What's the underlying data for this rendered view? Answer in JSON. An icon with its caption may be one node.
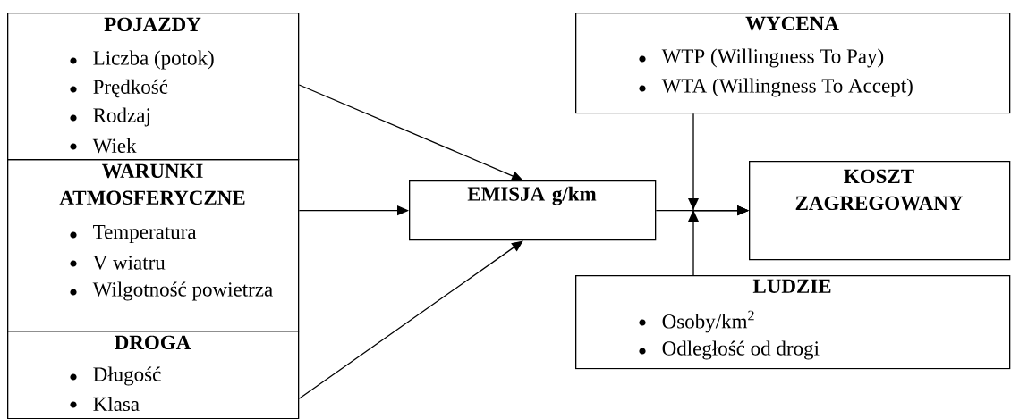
{
  "diagram": {
    "nodes": [
      {
        "text": [
          "POJAZDY",
          "Liczba (potok)",
          "Prędkość",
          "Rodzaj",
          "Wiek"
        ]
      },
      {
        "text": [
          "WARUNKI ATMOSFERYCZNE",
          "Temperatura",
          "V wiatru",
          "Wilgotność powietrza"
        ]
      },
      {
        "text": [
          "DROGA",
          "Długość",
          "Klasa"
        ]
      },
      {
        "text": [
          "EMISJA g/km"
        ]
      },
      {
        "text": [
          "WYCENA",
          "WTP (Willingness To Pay)",
          "WTA (Willingness To Accept)"
        ]
      },
      {
        "text": [
          "KOSZT ZAGREGOWANY"
        ]
      },
      {
        "text": [
          "LUDZIE",
          "Osoby/km$^{2}$",
          "Odległość od drogi"
        ]
      }
    ],
    "edges": [
      {
        "from": 0,
        "to": 3,
        "arrow": "to"
      },
      {
        "from": 1,
        "to": 3,
        "arrow": "to"
      },
      {
        "from": 2,
        "to": 3,
        "arrow": "to"
      },
      {
        "from": 3,
        "to": 5,
        "arrow": "to"
      },
      {
        "from": 4,
        "to": 5,
        "arrow": "to"
      },
      {
        "from": 6,
        "to": 5,
        "arrow": "to"
      }
    ]
  }
}
